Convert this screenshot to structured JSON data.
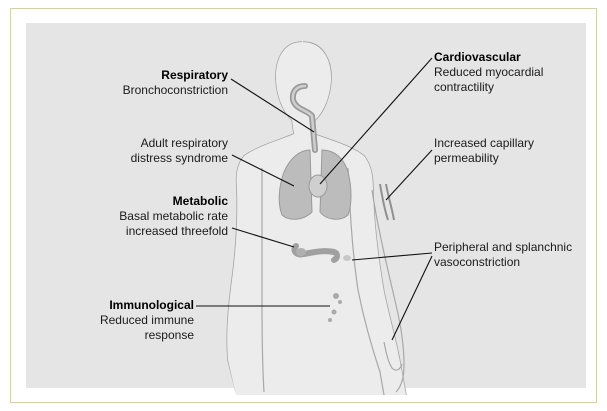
{
  "labels": {
    "respiratory": {
      "title": "Respiratory",
      "lines": [
        "Bronchoconstriction"
      ]
    },
    "ards": {
      "lines": [
        "Adult respiratory",
        "distress syndrome"
      ]
    },
    "metabolic": {
      "title": "Metabolic",
      "lines": [
        "Basal metabolic rate",
        "increased threefold"
      ]
    },
    "immunological": {
      "title": "Immunological",
      "lines": [
        "Reduced immune",
        "response"
      ]
    },
    "cardiovascular": {
      "title": "Cardiovascular",
      "lines": [
        "Reduced myocardial",
        "contractility"
      ]
    },
    "capillary": {
      "lines": [
        "Increased capillary",
        "permeability"
      ]
    },
    "peripheral": {
      "lines": [
        "Peripheral and splanchnic",
        "vasoconstriction"
      ]
    }
  },
  "colors": {
    "panel": "#e5e5e5",
    "body_outline": "#9a9a9a",
    "organ_fill": "#bdbdbd",
    "leader_line": "#111111",
    "frame_border": "#d2d2a6"
  }
}
